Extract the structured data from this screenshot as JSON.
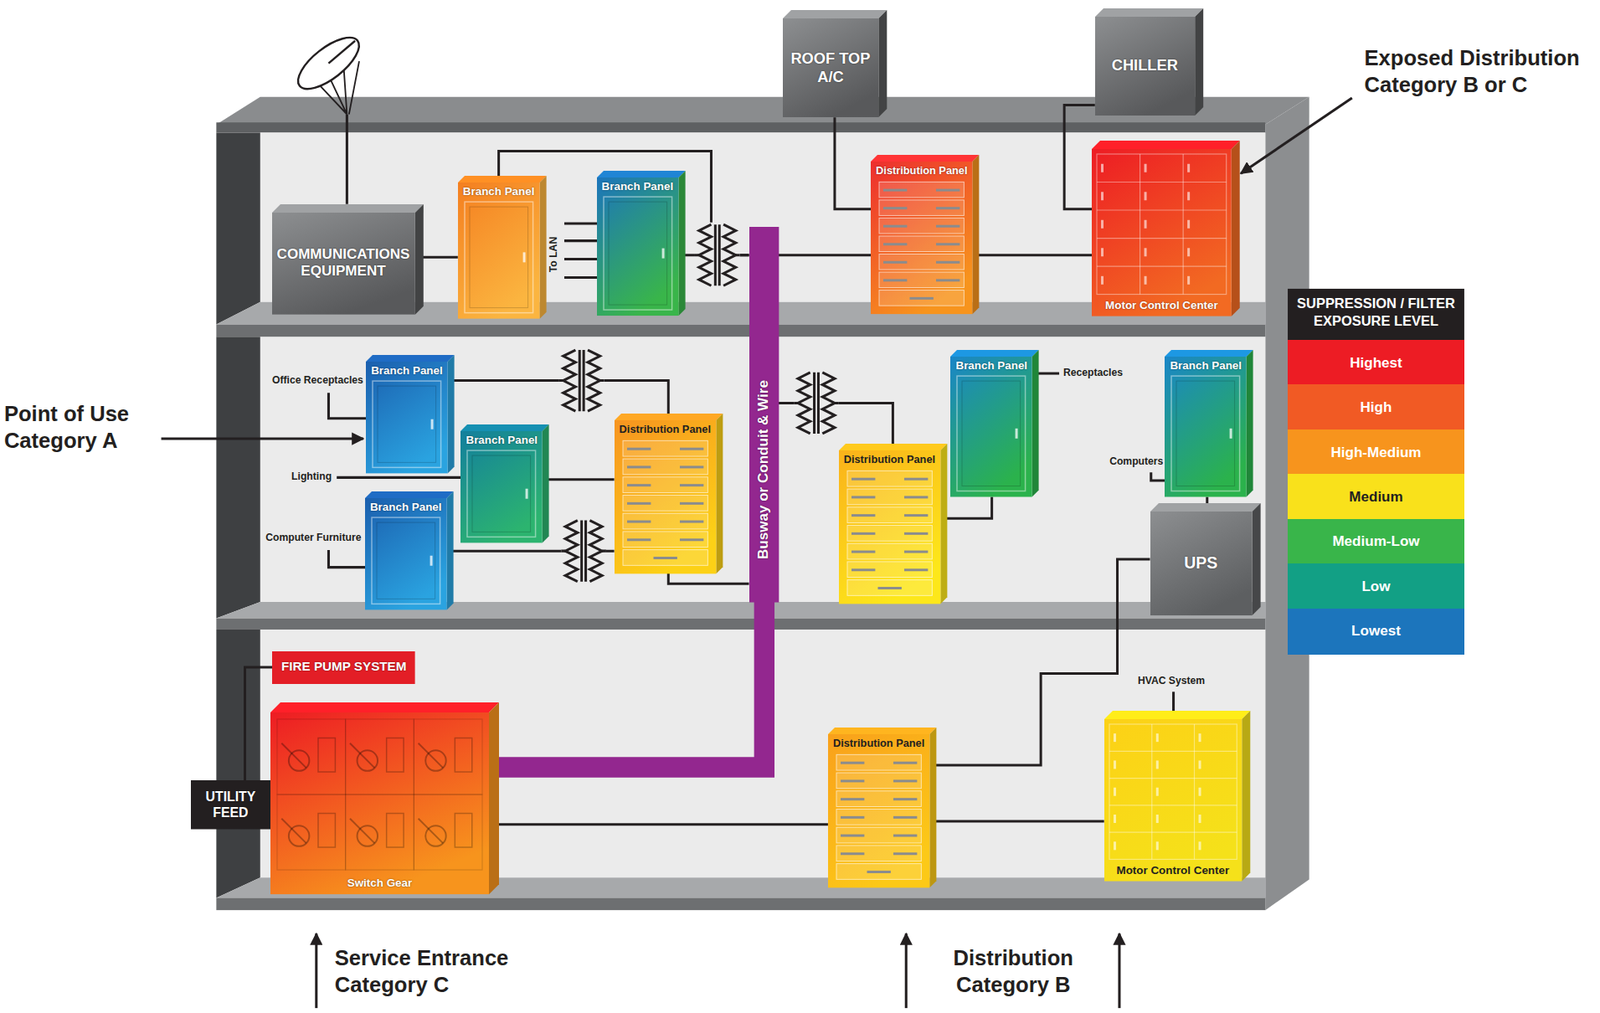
{
  "diagram": {
    "nodes": [
      {
        "text": [
          "ROOF TOP A/C"
        ]
      },
      {
        "text": [
          "CHILLER"
        ]
      },
      {
        "text": [
          "COMMUNICATIONS EQUIPMENT"
        ]
      },
      {
        "text": [
          "Branch Panel"
        ]
      },
      {
        "text": [
          "Branch Panel"
        ]
      },
      {
        "text": [
          "Busway or Conduit & Wire"
        ]
      },
      {
        "text": [
          "Distribution Panel"
        ]
      },
      {
        "text": [
          "Motor Control Center"
        ]
      },
      {
        "text": [
          "Branch Panel"
        ]
      },
      {
        "text": [
          "Branch Panel"
        ]
      },
      {
        "text": [
          "Branch Panel"
        ]
      },
      {
        "text": [
          "Distribution Panel"
        ]
      },
      {
        "text": [
          "Distribution Panel"
        ]
      },
      {
        "text": [
          "Branch Panel"
        ]
      },
      {
        "text": [
          "Branch Panel"
        ]
      },
      {
        "text": [
          "UPS"
        ]
      },
      {
        "text": [
          "FIRE PUMP SYSTEM"
        ]
      },
      {
        "text": [
          "UTILITY FEED"
        ]
      },
      {
        "text": [
          "Switch Gear"
        ]
      },
      {
        "text": [
          "Distribution Panel"
        ]
      },
      {
        "text": [
          "Motor Control Center"
        ]
      }
    ],
    "edges": [
      {
        "from": 2,
        "to": 3,
        "arrow": "none"
      },
      {
        "from": 3,
        "to": 5,
        "arrow": "none"
      },
      {
        "from": 4,
        "to": 5,
        "arrow": "none"
      },
      {
        "from": 5,
        "to": 6,
        "arrow": "none"
      },
      {
        "from": 0,
        "to": 6,
        "arrow": "none"
      },
      {
        "from": 6,
        "to": 7,
        "arrow": "none"
      },
      {
        "from": 1,
        "to": 7,
        "arrow": "none"
      },
      {
        "from": 8,
        "to": 11,
        "arrow": "none"
      },
      {
        "from": 9,
        "to": 11,
        "arrow": "none"
      },
      {
        "from": 10,
        "to": 11,
        "arrow": "none"
      },
      {
        "from": 11,
        "to": 5,
        "arrow": "none"
      },
      {
        "from": 5,
        "to": 12,
        "arrow": "none"
      },
      {
        "from": 12,
        "to": 13,
        "arrow": "none"
      },
      {
        "from": 14,
        "to": 15,
        "arrow": "none"
      },
      {
        "from": 15,
        "to": 19,
        "arrow": "none"
      },
      {
        "from": 16,
        "to": 17,
        "arrow": "none"
      },
      {
        "from": 18,
        "to": 5,
        "arrow": "none"
      },
      {
        "from": 18,
        "to": 19,
        "arrow": "none"
      },
      {
        "from": 19,
        "to": 20,
        "arrow": "none"
      }
    ],
    "labels": [
      "Exposed Distribution Category B or C",
      "SUPPRESSION / FILTER EXPOSURE LEVEL",
      "To LAN",
      "Office Receptacles",
      "Lighting",
      "Computer Furniture",
      "Receptacles",
      "Computers",
      "Point of Use Category A",
      "HVAC System",
      "Service Entrance Category C",
      "Distribution Category B"
    ],
    "legend": [
      {
        "text": "Highest",
        "color": "#ed1c24"
      },
      {
        "text": "High",
        "color": "#f15a24"
      },
      {
        "text": "High-Medium",
        "color": "#f7941d"
      },
      {
        "text": "Medium",
        "color": "#f9e11b"
      },
      {
        "text": "Medium-Low",
        "color": "#39b54a"
      },
      {
        "text": "Low",
        "color": "#12a085"
      },
      {
        "text": "Lowest",
        "color": "#1c75bc"
      }
    ]
  }
}
